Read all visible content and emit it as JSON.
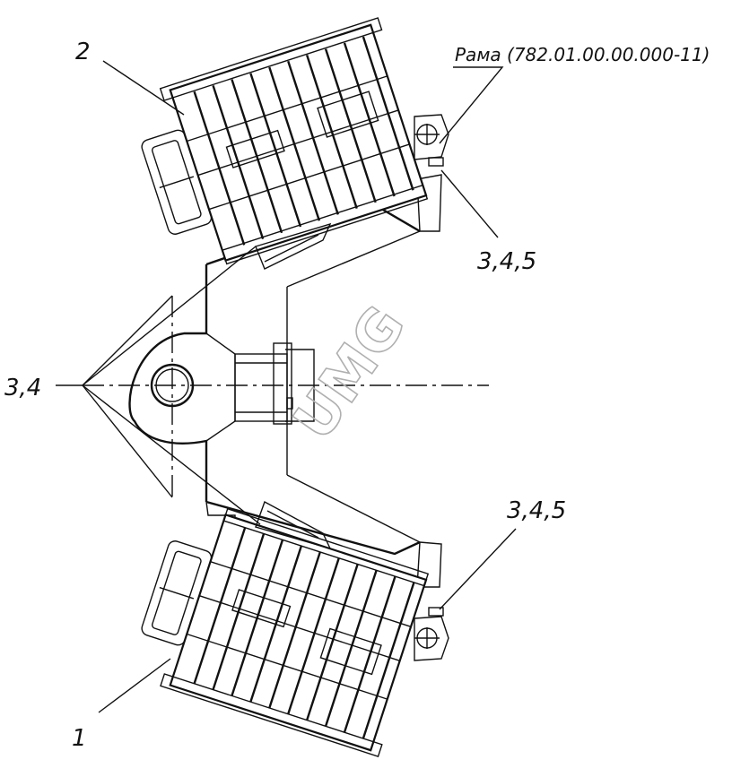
{
  "labels": {
    "callout_2": "2",
    "callout_1": "1",
    "frame_ref": "Рама (782.01.00.00.000-11)",
    "callout_345_top": "3,4,5",
    "callout_345_bottom": "3,4,5",
    "callout_34": "3,4"
  },
  "watermark": "UMG",
  "colors": {
    "line": "#111111",
    "watermark": "#b0b0b0",
    "background": "#ffffff"
  }
}
